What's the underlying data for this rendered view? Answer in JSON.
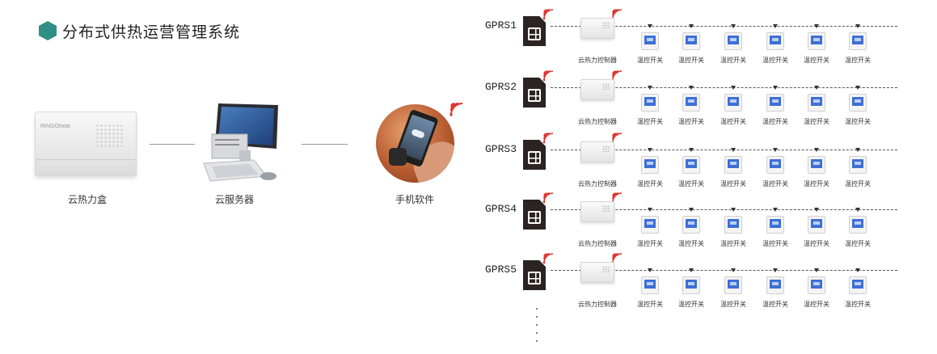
{
  "title": "分布式供热运营管理系统",
  "nodes": {
    "box_label": "云热力盒",
    "box_brand": "RINGOheat",
    "server_label": "云服务器",
    "phone_label": "手机软件"
  },
  "groups": [
    {
      "gprs": "GPRS1",
      "controller": "云热力控制器",
      "switches": [
        "温控开关",
        "温控开关",
        "温控开关",
        "温控开关",
        "温控开关",
        "温控开关"
      ]
    },
    {
      "gprs": "GPRS2",
      "controller": "云热力控制器",
      "switches": [
        "温控开关",
        "温控开关",
        "温控开关",
        "温控开关",
        "温控开关",
        "温控开关"
      ]
    },
    {
      "gprs": "GPRS3",
      "controller": "云热力控制器",
      "switches": [
        "温控开关",
        "温控开关",
        "温控开关",
        "温控开关",
        "温控开关",
        "温控开关"
      ]
    },
    {
      "gprs": "GPRS4",
      "controller": "云热力控制器",
      "switches": [
        "温控开关",
        "温控开关",
        "温控开关",
        "温控开关",
        "温控开关",
        "温控开关"
      ]
    },
    {
      "gprs": "GPRS5",
      "controller": "云热力控制器",
      "switches": [
        "温控开关",
        "温控开关",
        "温控开关",
        "温控开关",
        "温控开关",
        "温控开关"
      ]
    }
  ],
  "colors": {
    "accent": "#2f8f86",
    "wifi": "#e0302a",
    "sim": "#2b2422",
    "thermo_screen": "#3d6fd6"
  },
  "icons": {
    "title": "hexagon-icon",
    "wifi": "wifi-signal-icon",
    "sim": "sim-card-icon",
    "controller": "controller-box-icon",
    "thermostat": "thermostat-icon",
    "arrow": "arrow-down-icon"
  }
}
